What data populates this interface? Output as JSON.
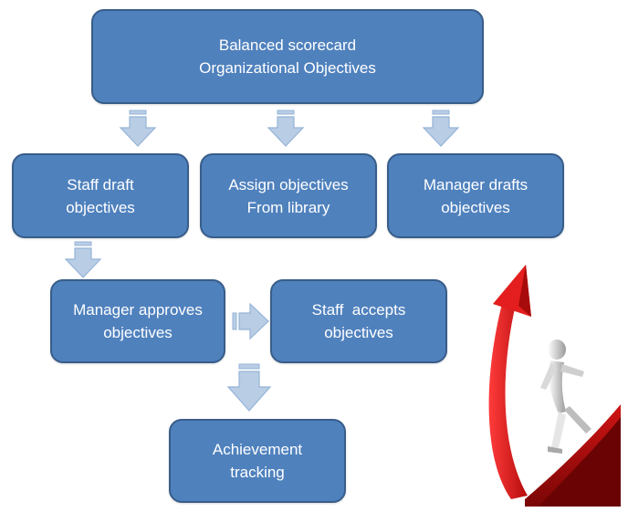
{
  "boxes": {
    "top": {
      "line1": "Balanced scorecard",
      "line2": "Organizational Objectives"
    },
    "staff": {
      "line1": "Staff draft",
      "line2": "objectives"
    },
    "assign": {
      "line1": "Assign objectives",
      "line2": "From library"
    },
    "mgrdraft": {
      "line1": "Manager drafts",
      "line2": "objectives"
    },
    "approve": {
      "line1": "Manager approves",
      "line2": "objectives"
    },
    "accept": {
      "line1": "Staff  accepts",
      "line2": "objectives"
    },
    "track": {
      "line1": "Achievement",
      "line2": "tracking"
    }
  },
  "colors": {
    "box_fill": "#4f81bd",
    "box_border": "#385d8a",
    "box_text": "#ffffff",
    "arrow_fill": "#b9cde5",
    "arrow_stroke": "#95b3d7",
    "growth_arrow": "#e41e1e",
    "growth_arrow_dark": "#9c0e0e"
  },
  "icons": {
    "down_arrow": "down-arrow-icon",
    "right_arrow": "right-arrow-icon",
    "illustration": "growth-arrow-climber-icon"
  }
}
